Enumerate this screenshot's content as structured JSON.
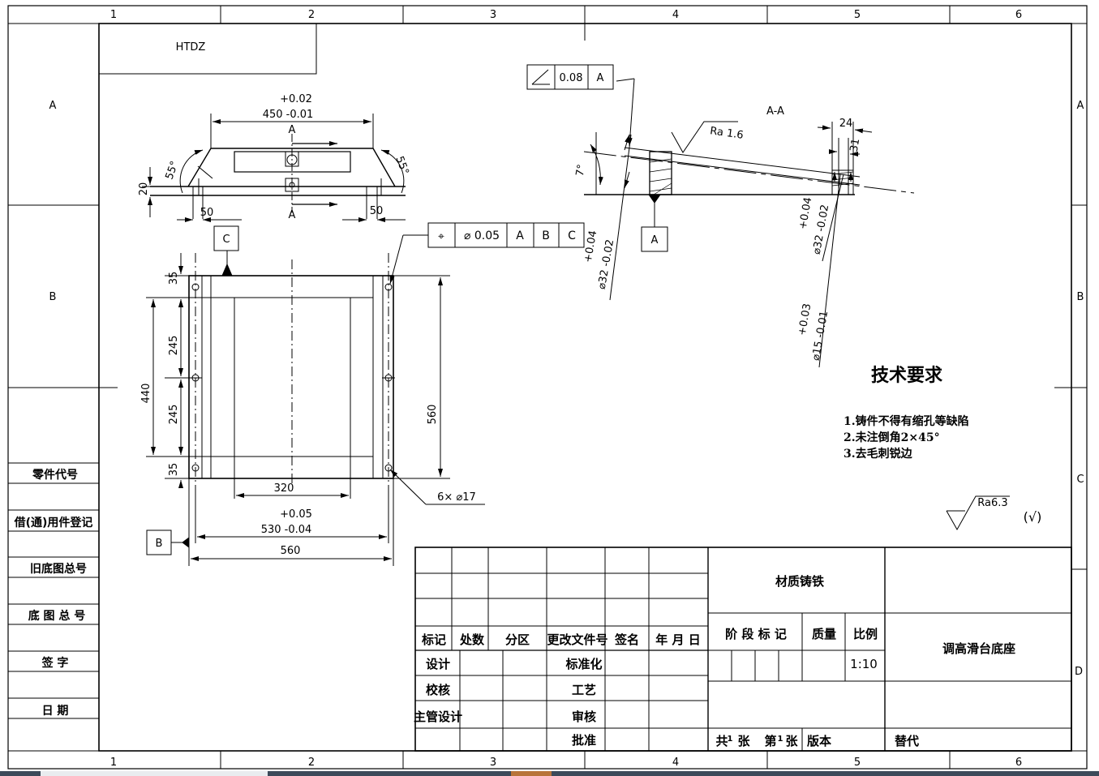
{
  "border": {
    "col_labels": [
      "1",
      "2",
      "3",
      "4",
      "5",
      "6"
    ],
    "row_labels_left": [
      "A",
      "B"
    ],
    "row_labels_right": [
      "A",
      "B",
      "C",
      "D"
    ]
  },
  "side_table": {
    "labels": [
      "零件代号",
      "借(通)用件登记",
      "旧底图总号",
      "底 图 总 号",
      "签 字",
      "日 期"
    ]
  },
  "code_box": {
    "text": "HTDZ"
  },
  "top_view": {
    "dim_tol_upper": "+0.02",
    "dim_main": "450 -0.01",
    "section_label": "A",
    "section_label_bottom": "A",
    "angle_left": "55°",
    "angle_right": "55°",
    "height": "20",
    "left_50": "50",
    "right_50": "50",
    "datum_c": "C"
  },
  "plan_view": {
    "dim_35_top": "35",
    "dim_245_a": "245",
    "dim_245_b": "245",
    "dim_35_bottom": "35",
    "dim_440": "440",
    "dim_560_v": "560",
    "dim_320": "320",
    "dim_530_tol": "+0.05",
    "dim_530": "530 -0.04",
    "dim_560_h": "560",
    "holes_note": "6× ⌀17",
    "datum_b": "B"
  },
  "position_fcf": {
    "symbol": "⌖",
    "tol": "⌀ 0.05",
    "datums": [
      "A",
      "B",
      "C"
    ]
  },
  "section": {
    "title": "A-A",
    "roughness": "Ra 1.6",
    "angle_fcf_symbol": "∠",
    "angle_fcf_tol": "0.08",
    "angle_fcf_datum": "A",
    "angle_dim": "7°",
    "dim_24": "24",
    "dim_31": "31",
    "bore_left_tol": "+0.04",
    "bore_left": "⌀32 -0.02",
    "bore_right_tol": "+0.04",
    "bore_right": "⌀32 -0.02",
    "bore_small_tol": "+0.03",
    "bore_small": "⌀15 -0.01",
    "datum_a": "A"
  },
  "tech_req": {
    "title": "技术要求",
    "items": [
      "1.铸件不得有缩孔等缺陷",
      "2.未注倒角2×45°",
      "3.去毛刺锐边"
    ]
  },
  "general_roughness": {
    "value": "Ra6.3",
    "note": "(√)"
  },
  "title_block": {
    "headers": [
      "标记",
      "处数",
      "分区",
      "更改文件号",
      "签名",
      "年 月 日"
    ],
    "left_rows": [
      "设计",
      "校核",
      "主管设计"
    ],
    "mid_rows": [
      "标准化",
      "工艺",
      "审核",
      "批准"
    ],
    "material": "材质铸铁",
    "stage_label": "阶 段 标 记",
    "mass_label": "质量",
    "scale_label": "比例",
    "scale_value": "1:10",
    "drawing_name": "调高滑台底座",
    "sheets_total_label": "共",
    "sheets_total": "1",
    "sheets_unit": "张",
    "sheet_no_label": "第",
    "sheet_no": "1",
    "sheet_unit": "张",
    "version": "版本",
    "replace": "替代"
  }
}
